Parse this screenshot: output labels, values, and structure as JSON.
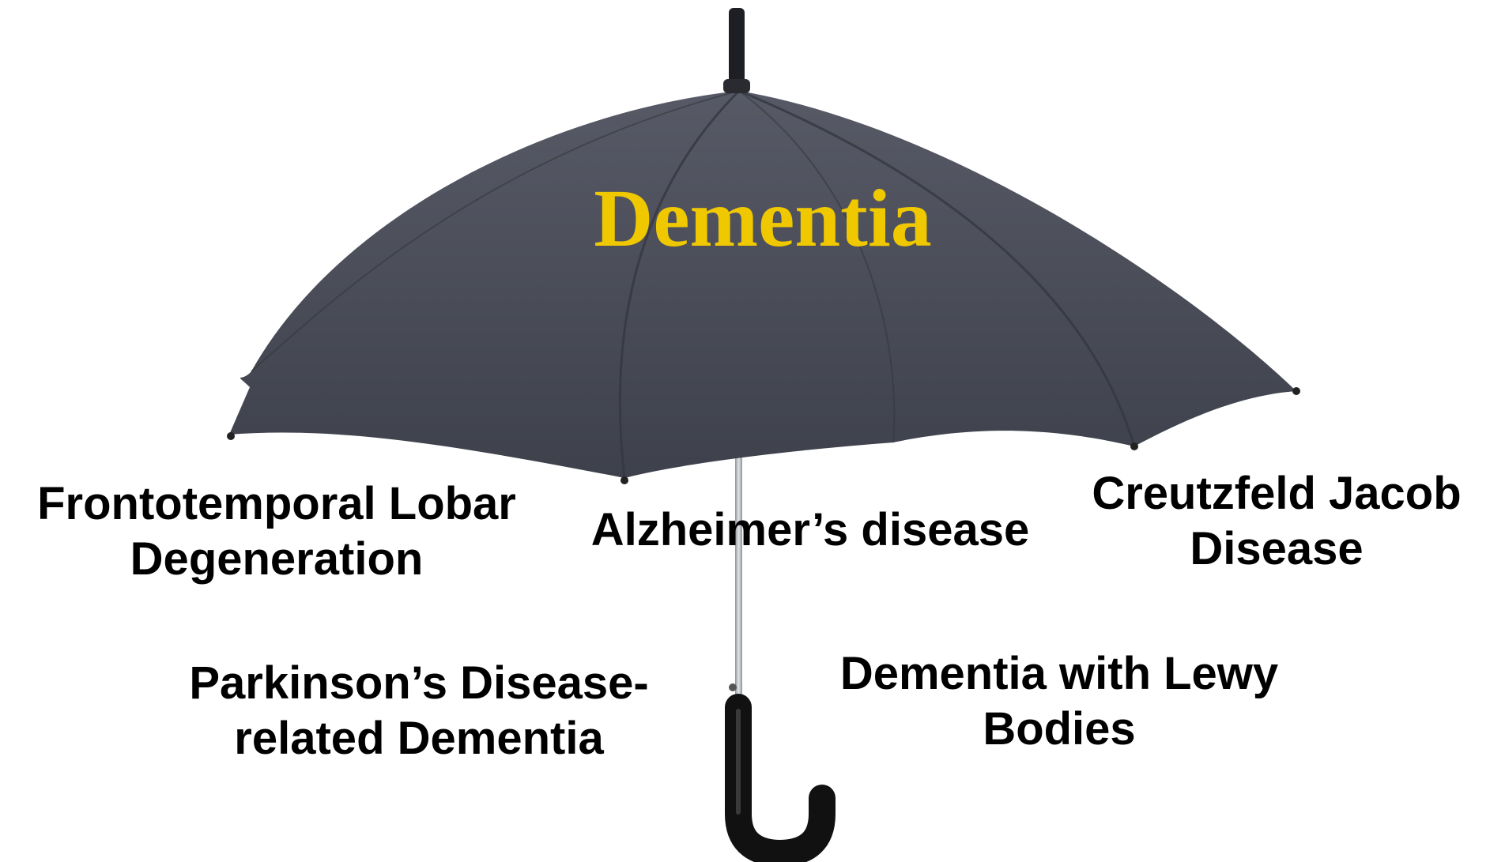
{
  "title": "Dementia",
  "labels": {
    "ftld": {
      "line1": "Frontotemporal Lobar",
      "line2": "Degeneration"
    },
    "alzheimers": {
      "line1": "Alzheimer’s disease"
    },
    "cjd": {
      "line1": "Creutzfeld Jacob",
      "line2": "Disease"
    },
    "pdd": {
      "line1": "Parkinson’s Disease-",
      "line2": "related Dementia"
    },
    "dlb": {
      "line1": "Dementia with Lewy",
      "line2": "Bodies"
    }
  },
  "colors": {
    "canopy": "#4a4d58",
    "canopy_dark": "#34363f",
    "title": "#f0c800",
    "text": "#000000",
    "shaft": "#b9bcc1",
    "handle": "#111111"
  }
}
